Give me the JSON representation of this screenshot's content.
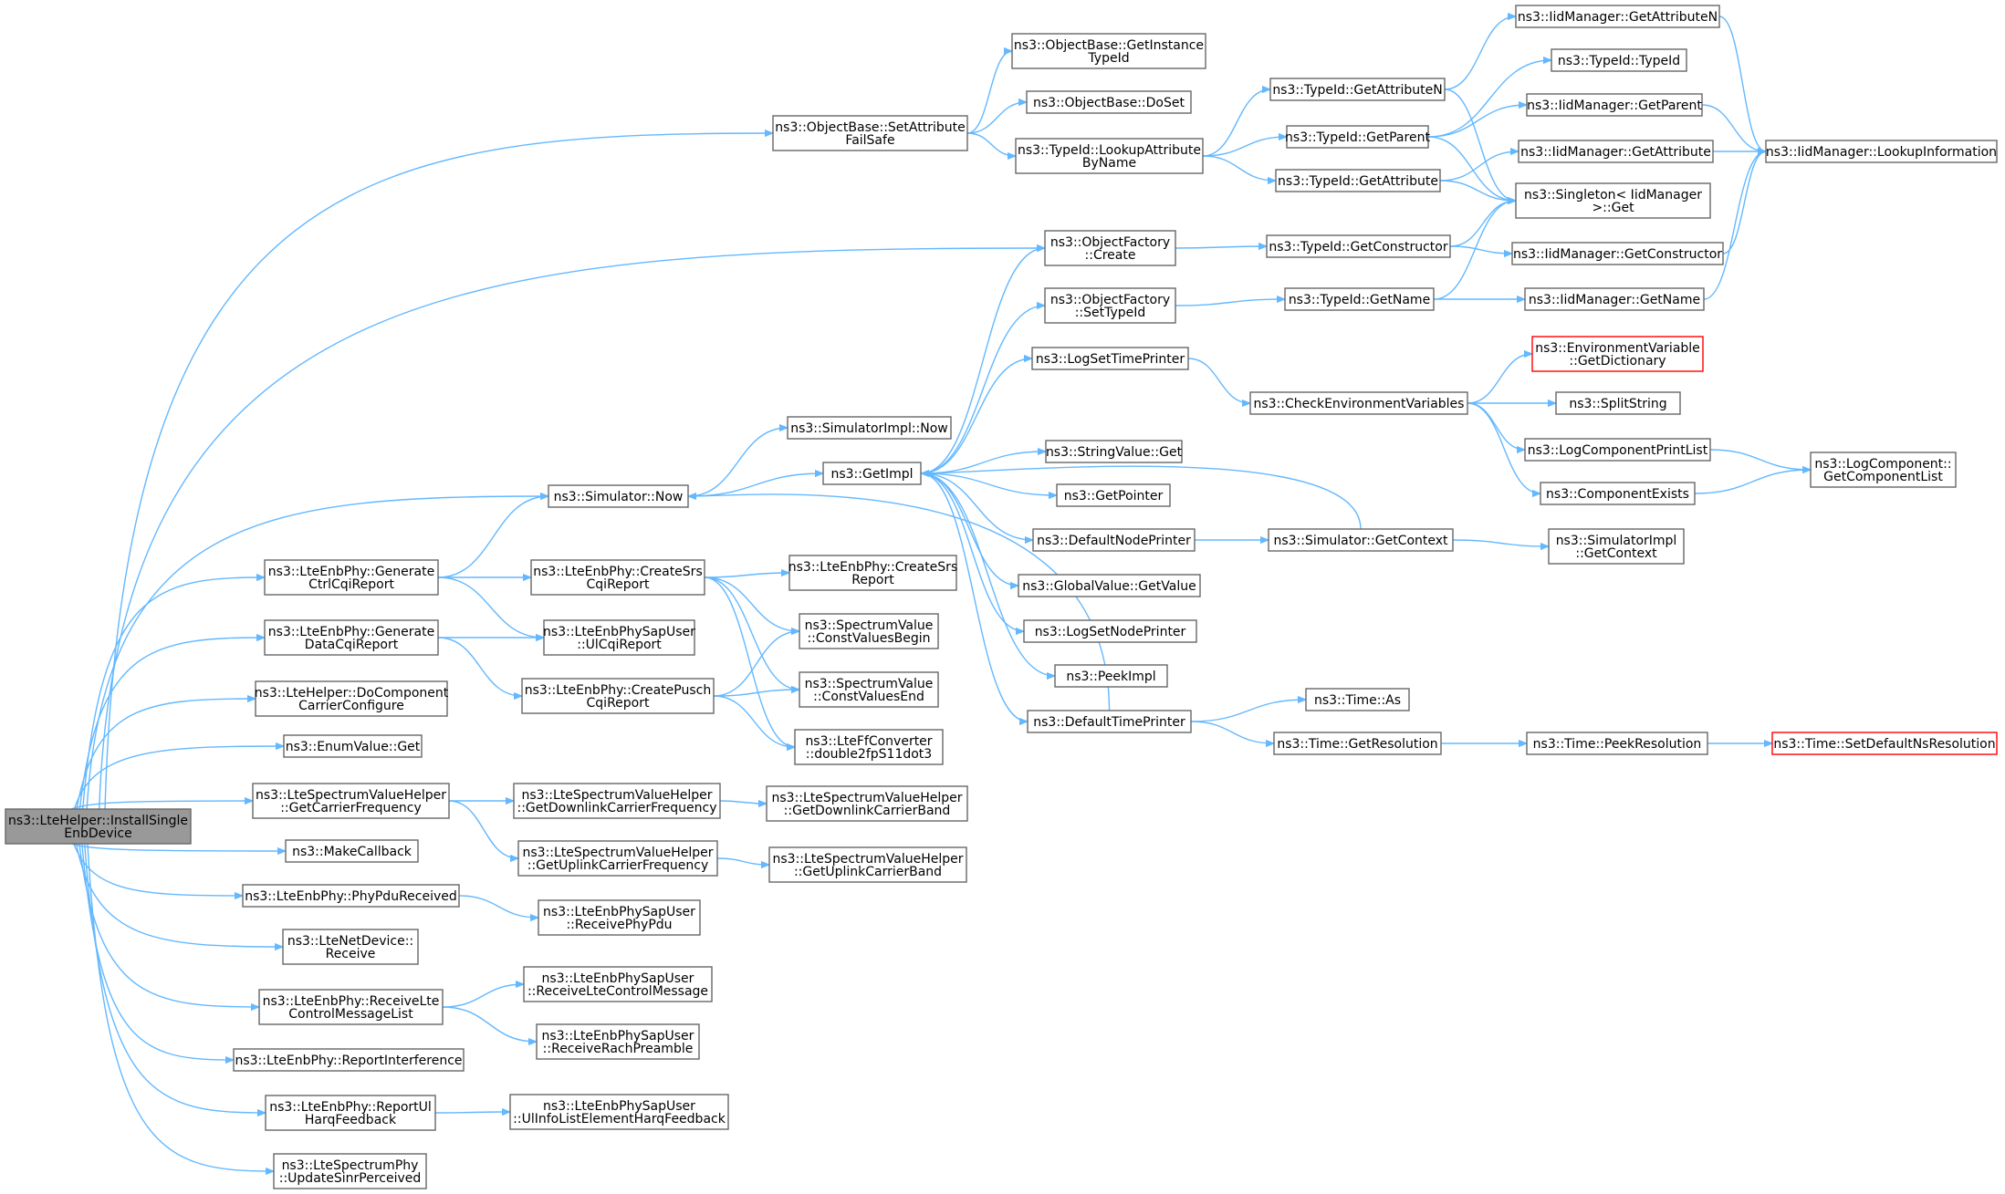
{
  "colors": {
    "edge": "#63b8ff",
    "node_border": "#666666",
    "root_fill": "#999999",
    "missing_border": "#ff0000"
  },
  "nodes": [
    {
      "id": "root",
      "lines": [
        "ns3::LteHelper::InstallSingle",
        "EnbDevice"
      ],
      "style": "root"
    },
    {
      "id": "setattr",
      "lines": [
        "ns3::ObjectBase::SetAttribute",
        "FailSafe"
      ]
    },
    {
      "id": "getinst",
      "lines": [
        "ns3::ObjectBase::GetInstance",
        "TypeId"
      ]
    },
    {
      "id": "doset",
      "lines": [
        "ns3::ObjectBase::DoSet"
      ]
    },
    {
      "id": "lookupattr",
      "lines": [
        "ns3::TypeId::LookupAttribute",
        "ByName"
      ]
    },
    {
      "id": "getattrn",
      "lines": [
        "ns3::TypeId::GetAttributeN"
      ]
    },
    {
      "id": "getparent",
      "lines": [
        "ns3::TypeId::GetParent"
      ]
    },
    {
      "id": "getattribute",
      "lines": [
        "ns3::TypeId::GetAttribute"
      ]
    },
    {
      "id": "iid_getattrn",
      "lines": [
        "ns3::IidManager::GetAttributeN"
      ]
    },
    {
      "id": "typeid_typeid",
      "lines": [
        "ns3::TypeId::TypeId"
      ]
    },
    {
      "id": "iid_getparent",
      "lines": [
        "ns3::IidManager::GetParent"
      ]
    },
    {
      "id": "iid_getattribute",
      "lines": [
        "ns3::IidManager::GetAttribute"
      ]
    },
    {
      "id": "singleton",
      "lines": [
        "ns3::Singleton< IidManager",
        ">::Get"
      ]
    },
    {
      "id": "lookupinfo",
      "lines": [
        "ns3::IidManager::LookupInformation"
      ]
    },
    {
      "id": "of_create",
      "lines": [
        "ns3::ObjectFactory",
        "::Create"
      ]
    },
    {
      "id": "getconstructor",
      "lines": [
        "ns3::TypeId::GetConstructor"
      ]
    },
    {
      "id": "iid_getconstructor",
      "lines": [
        "ns3::IidManager::GetConstructor"
      ]
    },
    {
      "id": "of_settypeid",
      "lines": [
        "ns3::ObjectFactory",
        "::SetTypeId"
      ]
    },
    {
      "id": "typeid_getname",
      "lines": [
        "ns3::TypeId::GetName"
      ]
    },
    {
      "id": "iid_getname",
      "lines": [
        "ns3::IidManager::GetName"
      ]
    },
    {
      "id": "logsettimeprinter",
      "lines": [
        "ns3::LogSetTimePrinter"
      ]
    },
    {
      "id": "checkenv",
      "lines": [
        "ns3::CheckEnvironmentVariables"
      ]
    },
    {
      "id": "envdict",
      "lines": [
        "ns3::EnvironmentVariable",
        "::GetDictionary"
      ],
      "style": "missing"
    },
    {
      "id": "splitstring",
      "lines": [
        "ns3::SplitString"
      ]
    },
    {
      "id": "logcompprintlist",
      "lines": [
        "ns3::LogComponentPrintList"
      ]
    },
    {
      "id": "compexists",
      "lines": [
        "ns3::ComponentExists"
      ]
    },
    {
      "id": "getcomplist",
      "lines": [
        "ns3::LogComponent::",
        "GetComponentList"
      ]
    },
    {
      "id": "simimpl_now",
      "lines": [
        "ns3::SimulatorImpl::Now"
      ]
    },
    {
      "id": "getimpl",
      "lines": [
        "ns3::GetImpl"
      ]
    },
    {
      "id": "sim_now",
      "lines": [
        "ns3::Simulator::Now"
      ]
    },
    {
      "id": "stringvalue_get",
      "lines": [
        "ns3::StringValue::Get"
      ]
    },
    {
      "id": "getpointer",
      "lines": [
        "ns3::GetPointer"
      ]
    },
    {
      "id": "defnodeprinter",
      "lines": [
        "ns3::DefaultNodePrinter"
      ]
    },
    {
      "id": "sim_getcontext",
      "lines": [
        "ns3::Simulator::GetContext"
      ]
    },
    {
      "id": "simimpl_getcontext",
      "lines": [
        "ns3::SimulatorImpl",
        "::GetContext"
      ]
    },
    {
      "id": "globalvalue_get",
      "lines": [
        "ns3::GlobalValue::GetValue"
      ]
    },
    {
      "id": "logsetnodeprinter",
      "lines": [
        "ns3::LogSetNodePrinter"
      ]
    },
    {
      "id": "peekimpl",
      "lines": [
        "ns3::PeekImpl"
      ]
    },
    {
      "id": "deftimeprinter",
      "lines": [
        "ns3::DefaultTimePrinter"
      ]
    },
    {
      "id": "time_as",
      "lines": [
        "ns3::Time::As"
      ]
    },
    {
      "id": "time_getres",
      "lines": [
        "ns3::Time::GetResolution"
      ]
    },
    {
      "id": "time_peekres",
      "lines": [
        "ns3::Time::PeekResolution"
      ]
    },
    {
      "id": "time_setdef",
      "lines": [
        "ns3::Time::SetDefaultNsResolution"
      ],
      "style": "missing"
    },
    {
      "id": "gen_ctrlcqi",
      "lines": [
        "ns3::LteEnbPhy::Generate",
        "CtrlCqiReport"
      ]
    },
    {
      "id": "create_srs",
      "lines": [
        "ns3::LteEnbPhy::CreateSrs",
        "CqiReport"
      ]
    },
    {
      "id": "create_srs_report",
      "lines": [
        "ns3::LteEnbPhy::CreateSrs",
        "Report"
      ]
    },
    {
      "id": "ulcqireport",
      "lines": [
        "ns3::LteEnbPhySapUser",
        "::UlCqiReport"
      ]
    },
    {
      "id": "gen_datacqi",
      "lines": [
        "ns3::LteEnbPhy::Generate",
        "DataCqiReport"
      ]
    },
    {
      "id": "create_pusch",
      "lines": [
        "ns3::LteEnbPhy::CreatePusch",
        "CqiReport"
      ]
    },
    {
      "id": "cvbegin",
      "lines": [
        "ns3::SpectrumValue",
        "::ConstValuesBegin"
      ]
    },
    {
      "id": "cvend",
      "lines": [
        "ns3::SpectrumValue",
        "::ConstValuesEnd"
      ]
    },
    {
      "id": "fpconv",
      "lines": [
        "ns3::LteFfConverter",
        "::double2fpS11dot3"
      ]
    },
    {
      "id": "docomponent",
      "lines": [
        "ns3::LteHelper::DoComponent",
        "CarrierConfigure"
      ]
    },
    {
      "id": "enumvalue_get",
      "lines": [
        "ns3::EnumValue::Get"
      ]
    },
    {
      "id": "getcarrierfreq",
      "lines": [
        "ns3::LteSpectrumValueHelper",
        "::GetCarrierFrequency"
      ]
    },
    {
      "id": "getdlfreq",
      "lines": [
        "ns3::LteSpectrumValueHelper",
        "::GetDownlinkCarrierFrequency"
      ]
    },
    {
      "id": "getdlband",
      "lines": [
        "ns3::LteSpectrumValueHelper",
        "::GetDownlinkCarrierBand"
      ]
    },
    {
      "id": "getulfreq",
      "lines": [
        "ns3::LteSpectrumValueHelper",
        "::GetUplinkCarrierFrequency"
      ]
    },
    {
      "id": "getulband",
      "lines": [
        "ns3::LteSpectrumValueHelper",
        "::GetUplinkCarrierBand"
      ]
    },
    {
      "id": "makecallback",
      "lines": [
        "ns3::MakeCallback"
      ]
    },
    {
      "id": "phypdurecv",
      "lines": [
        "ns3::LteEnbPhy::PhyPduReceived"
      ]
    },
    {
      "id": "receivephypdu",
      "lines": [
        "ns3::LteEnbPhySapUser",
        "::ReceivePhyPdu"
      ]
    },
    {
      "id": "netdev_receive",
      "lines": [
        "ns3::LteNetDevice::",
        "Receive"
      ]
    },
    {
      "id": "recvctrlmsglist",
      "lines": [
        "ns3::LteEnbPhy::ReceiveLte",
        "ControlMessageList"
      ]
    },
    {
      "id": "recvctrlmsg",
      "lines": [
        "ns3::LteEnbPhySapUser",
        "::ReceiveLteControlMessage"
      ]
    },
    {
      "id": "recvrach",
      "lines": [
        "ns3::LteEnbPhySapUser",
        "::ReceiveRachPreamble"
      ]
    },
    {
      "id": "reportinterf",
      "lines": [
        "ns3::LteEnbPhy::ReportInterference"
      ]
    },
    {
      "id": "reportulharq",
      "lines": [
        "ns3::LteEnbPhy::ReportUl",
        "HarqFeedback"
      ]
    },
    {
      "id": "ulinfoharq",
      "lines": [
        "ns3::LteEnbPhySapUser",
        "::UlInfoListElementHarqFeedback"
      ]
    },
    {
      "id": "updatesinr",
      "lines": [
        "ns3::LteSpectrumPhy",
        "::UpdateSinrPerceived"
      ]
    }
  ],
  "edges": [
    [
      "root",
      "setattr"
    ],
    [
      "root",
      "of_create"
    ],
    [
      "root",
      "sim_now"
    ],
    [
      "root",
      "gen_ctrlcqi"
    ],
    [
      "root",
      "gen_datacqi"
    ],
    [
      "root",
      "docomponent"
    ],
    [
      "root",
      "enumvalue_get"
    ],
    [
      "root",
      "getcarrierfreq"
    ],
    [
      "root",
      "makecallback"
    ],
    [
      "root",
      "phypdurecv"
    ],
    [
      "root",
      "netdev_receive"
    ],
    [
      "root",
      "recvctrlmsglist"
    ],
    [
      "root",
      "reportinterf"
    ],
    [
      "root",
      "reportulharq"
    ],
    [
      "root",
      "updatesinr"
    ],
    [
      "setattr",
      "getinst"
    ],
    [
      "setattr",
      "doset"
    ],
    [
      "setattr",
      "lookupattr"
    ],
    [
      "lookupattr",
      "getattrn"
    ],
    [
      "lookupattr",
      "getparent"
    ],
    [
      "lookupattr",
      "getattribute"
    ],
    [
      "getattrn",
      "iid_getattrn"
    ],
    [
      "getattrn",
      "singleton"
    ],
    [
      "getparent",
      "typeid_typeid"
    ],
    [
      "getparent",
      "iid_getparent"
    ],
    [
      "getparent",
      "singleton"
    ],
    [
      "getattribute",
      "iid_getattribute"
    ],
    [
      "getattribute",
      "singleton"
    ],
    [
      "iid_getattrn",
      "lookupinfo"
    ],
    [
      "iid_getparent",
      "lookupinfo"
    ],
    [
      "iid_getattribute",
      "lookupinfo"
    ],
    [
      "of_create",
      "getconstructor"
    ],
    [
      "getconstructor",
      "singleton"
    ],
    [
      "getconstructor",
      "iid_getconstructor"
    ],
    [
      "iid_getconstructor",
      "lookupinfo"
    ],
    [
      "of_settypeid",
      "typeid_getname"
    ],
    [
      "typeid_getname",
      "singleton"
    ],
    [
      "typeid_getname",
      "iid_getname"
    ],
    [
      "iid_getname",
      "lookupinfo"
    ],
    [
      "logsettimeprinter",
      "checkenv"
    ],
    [
      "checkenv",
      "envdict"
    ],
    [
      "checkenv",
      "splitstring"
    ],
    [
      "checkenv",
      "logcompprintlist"
    ],
    [
      "checkenv",
      "compexists"
    ],
    [
      "logcompprintlist",
      "getcomplist"
    ],
    [
      "compexists",
      "getcomplist"
    ],
    [
      "sim_now",
      "simimpl_now"
    ],
    [
      "sim_now",
      "getimpl"
    ],
    [
      "getimpl",
      "of_create"
    ],
    [
      "getimpl",
      "of_settypeid"
    ],
    [
      "getimpl",
      "logsettimeprinter"
    ],
    [
      "getimpl",
      "stringvalue_get"
    ],
    [
      "getimpl",
      "getpointer"
    ],
    [
      "getimpl",
      "defnodeprinter"
    ],
    [
      "getimpl",
      "globalvalue_get"
    ],
    [
      "getimpl",
      "logsetnodeprinter"
    ],
    [
      "getimpl",
      "peekimpl"
    ],
    [
      "getimpl",
      "deftimeprinter"
    ],
    [
      "defnodeprinter",
      "sim_getcontext"
    ],
    [
      "sim_getcontext",
      "getimpl"
    ],
    [
      "sim_getcontext",
      "simimpl_getcontext"
    ],
    [
      "deftimeprinter",
      "sim_now"
    ],
    [
      "deftimeprinter",
      "time_as"
    ],
    [
      "deftimeprinter",
      "time_getres"
    ],
    [
      "time_getres",
      "time_peekres"
    ],
    [
      "time_peekres",
      "time_setdef"
    ],
    [
      "gen_ctrlcqi",
      "sim_now"
    ],
    [
      "gen_ctrlcqi",
      "create_srs"
    ],
    [
      "gen_ctrlcqi",
      "ulcqireport"
    ],
    [
      "create_srs",
      "create_srs_report"
    ],
    [
      "create_srs",
      "cvbegin"
    ],
    [
      "create_srs",
      "cvend"
    ],
    [
      "create_srs",
      "fpconv"
    ],
    [
      "gen_datacqi",
      "ulcqireport"
    ],
    [
      "gen_datacqi",
      "create_pusch"
    ],
    [
      "create_pusch",
      "cvbegin"
    ],
    [
      "create_pusch",
      "cvend"
    ],
    [
      "create_pusch",
      "fpconv"
    ],
    [
      "getcarrierfreq",
      "getdlfreq"
    ],
    [
      "getcarrierfreq",
      "getulfreq"
    ],
    [
      "getdlfreq",
      "getdlband"
    ],
    [
      "getulfreq",
      "getulband"
    ],
    [
      "phypdurecv",
      "receivephypdu"
    ],
    [
      "recvctrlmsglist",
      "recvctrlmsg"
    ],
    [
      "recvctrlmsglist",
      "recvrach"
    ],
    [
      "reportulharq",
      "ulinfoharq"
    ]
  ]
}
